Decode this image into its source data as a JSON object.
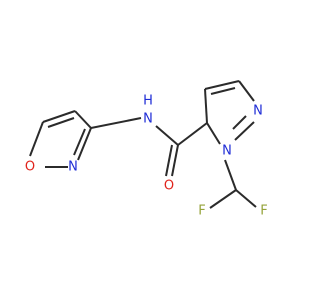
{
  "molecule": {
    "atoms": {
      "amide_nh": {
        "text": "H\nN"
      },
      "isoxazole_o": {
        "text": "O"
      },
      "isoxazole_n": {
        "text": "N"
      },
      "carbonyl_o": {
        "text": "O"
      },
      "pyrazole_n1": {
        "text": "N"
      },
      "pyrazole_n2": {
        "text": "N"
      },
      "fluorine_left": {
        "text": "F"
      },
      "fluorine_right": {
        "text": "F"
      }
    },
    "colors": {
      "bond": "#2b2b2b",
      "nitrogen": "#1f2dd6",
      "oxygen": "#e0231b",
      "fluorine": "#95a33a"
    }
  }
}
